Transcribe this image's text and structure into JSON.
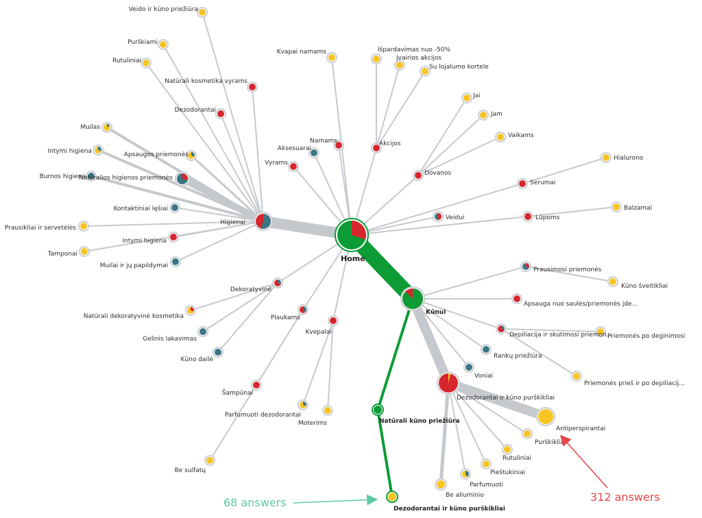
{
  "colors": {
    "red": "#d7262d",
    "green": "#0d9b36",
    "yellow": "#f6c423",
    "teal": "#3a7684",
    "edge": "#c5c9cd",
    "ring": "#c9ced3",
    "annotation_green": "#5cc9a7",
    "annotation_red": "#e3474b"
  },
  "home": {
    "label": "Home"
  },
  "annotations": {
    "left": "68 answers",
    "right": "312 answers"
  },
  "nodes": [
    {
      "id": "hub-higiena",
      "label": "Higienai",
      "color": "red",
      "pie": [
        0.55,
        "teal"
      ],
      "bold": false
    },
    {
      "id": "hub-kunui",
      "label": "Kūnui",
      "color": "red",
      "pie": [
        0.88,
        "green"
      ],
      "bold": true
    },
    {
      "id": "hub-dezodorantai",
      "label": "Dezodorantai ir kūno purškikliai",
      "color": "red",
      "pie": [
        0.04,
        "yellow"
      ],
      "bold": false
    },
    {
      "id": "n-veido",
      "label": "Veido ir kūno priežiūra",
      "color": "yellow"
    },
    {
      "id": "n-purskiami",
      "label": "Purškiami",
      "color": "yellow"
    },
    {
      "id": "n-rutuliniai",
      "label": "Rutuliniai",
      "color": "yellow"
    },
    {
      "id": "n-naturali-vyrams",
      "label": "Natūrali kosmetika vyrams",
      "color": "red"
    },
    {
      "id": "n-dezodorantai-top",
      "label": "Dezodorantai",
      "color": "red"
    },
    {
      "id": "n-muilas",
      "label": "Muilas",
      "color": "yellow",
      "pie": [
        0.15,
        "teal"
      ]
    },
    {
      "id": "n-intymi-top",
      "label": "Intymi higiena",
      "color": "yellow",
      "pie": [
        0.3,
        "teal"
      ]
    },
    {
      "id": "n-apsaugos",
      "label": "Apsaugos priemonės",
      "color": "yellow",
      "pie": [
        0.3,
        "teal"
      ]
    },
    {
      "id": "n-burnos",
      "label": "Burnos higiena",
      "color": "teal"
    },
    {
      "id": "n-naturalios-hig",
      "label": "Natūralios higienos priemonės",
      "color": "teal",
      "pie": [
        0.3,
        "red"
      ]
    },
    {
      "id": "n-kontaktiniai",
      "label": "Kontaktiniai lęšiai",
      "color": "teal"
    },
    {
      "id": "n-prausikliai",
      "label": "Prausikliai ir servetėlės",
      "color": "yellow"
    },
    {
      "id": "n-intymi-bot",
      "label": "Intymi higiena",
      "color": "red"
    },
    {
      "id": "n-tamponai",
      "label": "Tamponai",
      "color": "yellow"
    },
    {
      "id": "n-muilai",
      "label": "Muilai ir jų papildymai",
      "color": "teal"
    },
    {
      "id": "n-kvapai",
      "label": "Kvapai namams",
      "color": "yellow"
    },
    {
      "id": "n-ispardavimas",
      "label": "Išpardavimas nuo -50%",
      "color": "yellow"
    },
    {
      "id": "n-ivairios",
      "label": "Įvairios akcijos",
      "color": "yellow"
    },
    {
      "id": "n-lojalumo",
      "label": "Su lojalumo kortele",
      "color": "yellow"
    },
    {
      "id": "n-akcijos",
      "label": "Akcijos",
      "color": "red"
    },
    {
      "id": "n-namams",
      "label": "Namams",
      "color": "red"
    },
    {
      "id": "n-aksesuarai",
      "label": "Aksesuarai",
      "color": "teal"
    },
    {
      "id": "n-vyrams",
      "label": "Vyrams",
      "color": "red"
    },
    {
      "id": "n-jai",
      "label": "Jai",
      "color": "yellow"
    },
    {
      "id": "n-jam",
      "label": "Jam",
      "color": "yellow"
    },
    {
      "id": "n-vaikams",
      "label": "Vaikams",
      "color": "yellow"
    },
    {
      "id": "n-dovanos",
      "label": "Dovanos",
      "color": "red"
    },
    {
      "id": "n-hialurono",
      "label": "Hialurono",
      "color": "yellow"
    },
    {
      "id": "n-serumai",
      "label": "Serumai",
      "color": "red"
    },
    {
      "id": "n-balzamai",
      "label": "Balzamai",
      "color": "yellow"
    },
    {
      "id": "n-lupoms",
      "label": "Lūpoms",
      "color": "red"
    },
    {
      "id": "n-veidui",
      "label": "Veidui",
      "color": "teal",
      "pie": [
        0.5,
        "red"
      ]
    },
    {
      "id": "n-prausimosi",
      "label": "Prausimosi priemonės",
      "color": "teal",
      "pie": [
        0.3,
        "red"
      ]
    },
    {
      "id": "n-kuno-sveitikliai",
      "label": "Kūno šveitikliai",
      "color": "yellow"
    },
    {
      "id": "n-apsauga-saules",
      "label": "Apsauga nuo saulės/priemonės jde...",
      "color": "red"
    },
    {
      "id": "n-depiliacija",
      "label": "Depiliacija ir skutimosi priemon...",
      "color": "red",
      "pie": [
        0.3,
        "teal"
      ]
    },
    {
      "id": "n-po-deginimosi",
      "label": "Priemonės po deginimosi",
      "color": "yellow"
    },
    {
      "id": "n-ranku",
      "label": "Rankų priežiūra",
      "color": "teal"
    },
    {
      "id": "n-pries-depil",
      "label": "Priemonės prieš ir po depiliacij...",
      "color": "yellow"
    },
    {
      "id": "n-voniai",
      "label": "Voniai",
      "color": "teal"
    },
    {
      "id": "n-dekoratyvine",
      "label": "Dekoratyvinė",
      "color": "red",
      "pie": [
        0.3,
        "teal"
      ]
    },
    {
      "id": "n-naturali-dekor",
      "label": "Natūrali dekoratyvinė kosmetika",
      "color": "yellow",
      "pie": [
        0.3,
        "red"
      ]
    },
    {
      "id": "n-gelinis",
      "label": "Gelinis lakavimas",
      "color": "teal"
    },
    {
      "id": "n-kuno-daile",
      "label": "Kūno dailė",
      "color": "teal"
    },
    {
      "id": "n-plaukams",
      "label": "Plaukams",
      "color": "red",
      "pie": [
        0.4,
        "teal"
      ]
    },
    {
      "id": "n-kvepalai",
      "label": "Kvepalai",
      "color": "red"
    },
    {
      "id": "n-sampunai",
      "label": "Šampūnai",
      "color": "red"
    },
    {
      "id": "n-parfumuoti-dez",
      "label": "Parfumuoti dezodorantai",
      "color": "yellow",
      "pie": [
        0.3,
        "teal"
      ]
    },
    {
      "id": "n-moterims",
      "label": "Moterims",
      "color": "yellow"
    },
    {
      "id": "n-be-sulfatu",
      "label": "Be sulfatų",
      "color": "yellow"
    },
    {
      "id": "n-naturali-kuno",
      "label": "Natūrali kūno priežiūra",
      "color": "green",
      "bold": true
    },
    {
      "id": "n-dez-final",
      "label": "Dezodorantai ir kūno purškikliai",
      "color": "yellow",
      "bold": true,
      "ringColor": "green"
    },
    {
      "id": "n-antiperspirantai",
      "label": "Antiperspirantai",
      "color": "yellow"
    },
    {
      "id": "n-purskikliai",
      "label": "Purškikliai",
      "color": "yellow"
    },
    {
      "id": "n-rutuliniai-b",
      "label": "Rutuliniai",
      "color": "yellow"
    },
    {
      "id": "n-piestukiniai",
      "label": "Pieštukiniai",
      "color": "yellow"
    },
    {
      "id": "n-parfumuoti",
      "label": "Parfumuoti",
      "color": "yellow",
      "pie": [
        0.4,
        "teal"
      ]
    },
    {
      "id": "n-be-aliuminio",
      "label": "Be aliuminio",
      "color": "yellow"
    }
  ]
}
